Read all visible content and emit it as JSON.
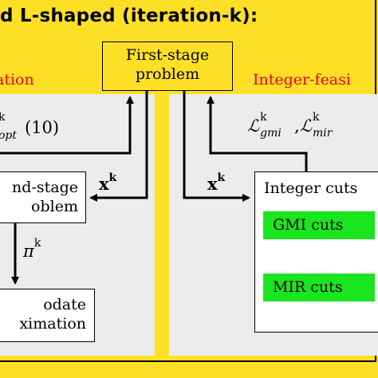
{
  "diagram": {
    "title": "d L-shaped (iteration-k):",
    "section_left": "ation",
    "section_right": "Integer-feasi",
    "first_stage": {
      "line1": "First-stage",
      "line2": "problem"
    },
    "second_stage": {
      "line1": "nd-stage",
      "line2": "oblem"
    },
    "update": {
      "line1": "odate",
      "line2": "ximation"
    },
    "integer_cuts": {
      "title": "Integer cuts",
      "gmi": "GMI cuts",
      "mir": "MIR cuts"
    },
    "labels": {
      "opt_cut": {
        "sup": "k",
        "sub": "opt",
        "arg": "(10)"
      },
      "x_left": {
        "base": "x",
        "sup": "k"
      },
      "x_right": {
        "base": "x",
        "sup": "k"
      },
      "pi": {
        "base": "π",
        "sup": "k"
      },
      "gmi_mir": {
        "l1": "ℒ",
        "sup1": "k",
        "sub1": "gmi",
        "comma": ",",
        "l2": "ℒ",
        "sup2": "k",
        "sub2": "mir"
      }
    }
  },
  "colors": {
    "background": "#fde025",
    "panel": "#ececec",
    "section_label": "#e8001c",
    "cut_highlight": "#19e61e"
  }
}
